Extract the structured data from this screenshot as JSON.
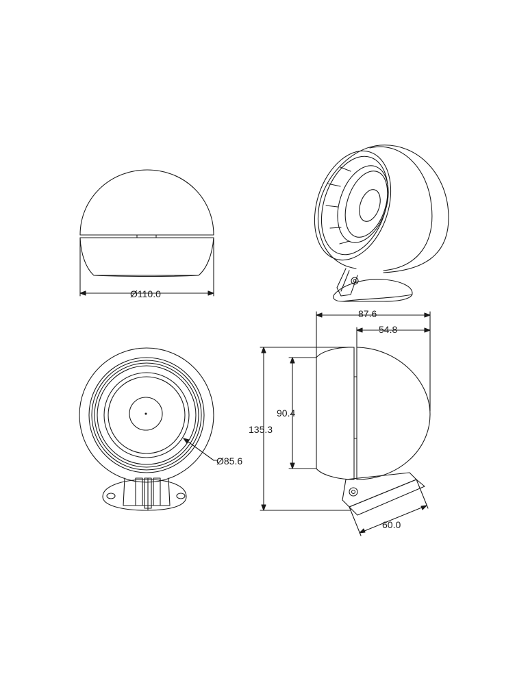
{
  "diagram": {
    "line_color": "#1a1a1a",
    "background": "#ffffff",
    "views": [
      {
        "id": "top",
        "name": "top-view"
      },
      {
        "id": "perspective",
        "name": "perspective-view"
      },
      {
        "id": "front",
        "name": "front-view"
      },
      {
        "id": "side",
        "name": "side-view"
      }
    ],
    "dimensions": {
      "overall_diameter": "Ø110.0",
      "inner_diameter": "Ø85.6",
      "depth_total": "87.6",
      "depth_dome": "54.8",
      "height_total": "135.3",
      "height_face": "90.4",
      "base_length": "60.0"
    }
  }
}
